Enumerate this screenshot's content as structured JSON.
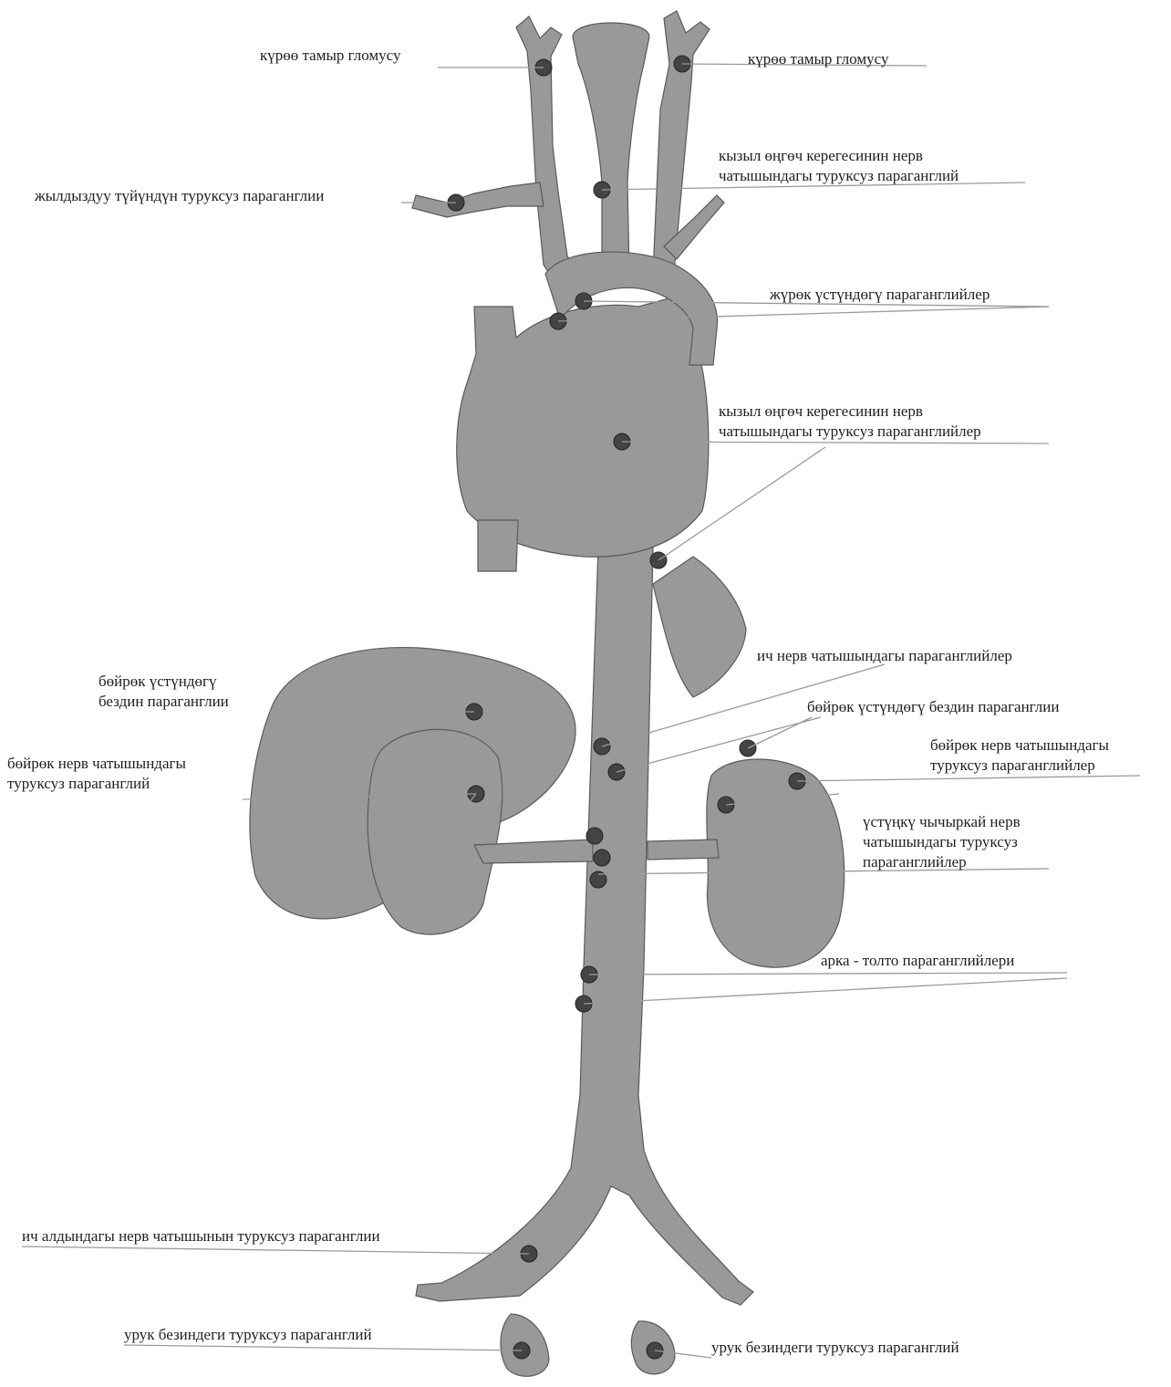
{
  "colors": {
    "organ": "#999999",
    "organ_stroke": "#5a5a5a",
    "node": "#444444",
    "leader": "#9a9a9a",
    "text": "#1e1e1e"
  },
  "labels": {
    "carotid_left": "күрөө тамыр гломусу",
    "carotid_right": "күрөө тамыр гломусу",
    "esophagus_1": "кызыл өңгөч керегесинин нерв\nчатышындагы туруксуз параганглий",
    "stellate": "жылдыздуу түйүндүн туруксуз параганглии",
    "supracardial": "жүрөк үстүндөгү параганглийлер",
    "esophagus_2": "кызыл өңгөч керегесинин нерв\nчатышындагы туруксуз параганглийлер",
    "intestinal": "ич нерв чатышындагы параганглийлер",
    "adrenal_left": "бөйрөк үстүндөгү\nбездин параганглии",
    "adrenal_right": "бөйрөк үстүндөгү бездин параганглии",
    "renal_left": "бөйрөк нерв чатышындагы\nтуруксуз параганглий",
    "renal_right": "бөйрөк нерв чатышындагы\nтуруксуз параганглийлер",
    "mesenteric": "үстүңкү чычыркай нерв\nчатышындагы туруксуз\nпараганглийлер",
    "aortic_lumbar": "арка - толто параганглийлери",
    "hypogastric": "ич алдындагы нерв чатышынын туруксуз параганглии",
    "testis_left": "урук безиндеги туруксуз параганглий",
    "testis_right": "урук безиндеги туруксуз параганглий"
  }
}
